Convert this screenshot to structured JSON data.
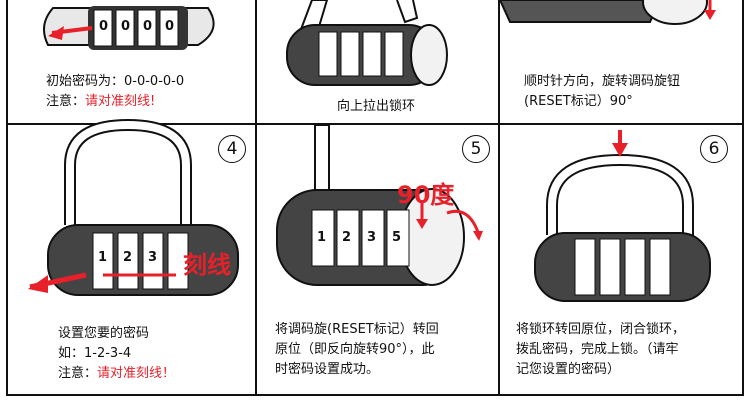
{
  "steps": [
    {
      "number": "",
      "lines": [
        "初始密码为：0-0-0-0-0"
      ],
      "note_prefix": "注意：",
      "note_red": "请对准刻线!",
      "dials": [
        "0",
        "0",
        "0",
        "0"
      ]
    },
    {
      "number": "",
      "lines": [
        "向上拉出锁环"
      ]
    },
    {
      "number": "",
      "lines": [
        "顺时针方向，旋转调码旋钮",
        "(RESET标记）90°"
      ]
    },
    {
      "number": "4",
      "lines": [
        "设置您要的密码",
        "如：1-2-3-4"
      ],
      "note_prefix": "注意：",
      "note_red": "请对准刻线！",
      "callout": "刻线",
      "dials": [
        "1",
        "2",
        "3",
        ""
      ]
    },
    {
      "number": "5",
      "lines": [
        "将调码旋(RESET标记）转回",
        "原位（即反向旋转90°），此",
        "时密码设置成功。"
      ],
      "callout": "90度",
      "dials": [
        "1",
        "2",
        "3",
        "5"
      ]
    },
    {
      "number": "6",
      "lines": [
        "将锁环转回原位，闭合锁环，",
        "拨乱密码，完成上锁。（请牢",
        "记您设置的密码）"
      ]
    }
  ],
  "colors": {
    "accent_red": "#e8202a",
    "line": "#111111"
  }
}
